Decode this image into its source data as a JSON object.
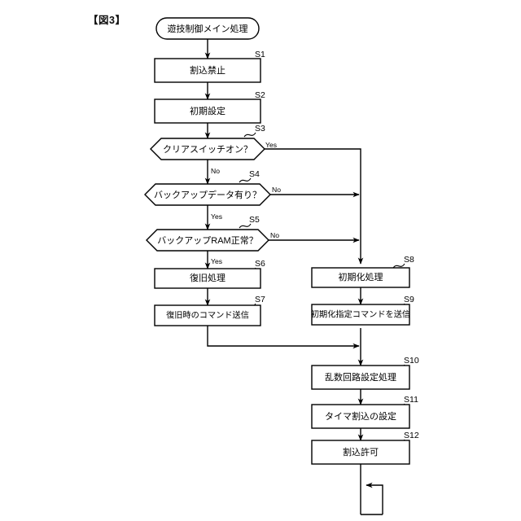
{
  "figure": {
    "label": "【図3】"
  },
  "flowchart": {
    "type": "flowchart",
    "title": "遊技制御メイン処理",
    "start_node": {
      "id": "start",
      "shape": "stadium",
      "text": "遊技制御メイン処理"
    },
    "nodes": [
      {
        "id": "S1",
        "step": "S1",
        "shape": "process",
        "text": "割込禁止"
      },
      {
        "id": "S2",
        "step": "S2",
        "shape": "process",
        "text": "初期設定"
      },
      {
        "id": "S3",
        "step": "S3",
        "shape": "decision",
        "text": "クリアスイッチオン？"
      },
      {
        "id": "S4",
        "step": "S4",
        "shape": "decision",
        "text": "バックアップデータ有り？"
      },
      {
        "id": "S5",
        "step": "S5",
        "shape": "decision",
        "text": "バックアップRAM正常？"
      },
      {
        "id": "S6",
        "step": "S6",
        "shape": "process",
        "text": "復旧処理"
      },
      {
        "id": "S7",
        "step": "S7",
        "shape": "process",
        "text": "復旧時のコマンド送信"
      },
      {
        "id": "S8",
        "step": "S8",
        "shape": "process",
        "text": "初期化処理"
      },
      {
        "id": "S9",
        "step": "S9",
        "shape": "process",
        "text": "初期化指定コマンドを送信"
      },
      {
        "id": "S10",
        "step": "S10",
        "shape": "process",
        "text": "乱数回路設定処理"
      },
      {
        "id": "S11",
        "step": "S11",
        "shape": "process",
        "text": "タイマ割込の設定"
      },
      {
        "id": "S12",
        "step": "S12",
        "shape": "process",
        "text": "割込許可"
      }
    ],
    "branch_labels": {
      "s3_yes": "Yes",
      "s3_no": "No",
      "s4_no": "No",
      "s4_yes": "Yes",
      "s5_no": "No",
      "s5_yes": "Yes"
    },
    "edges": [
      {
        "from": "start",
        "to": "S1",
        "label": ""
      },
      {
        "from": "S1",
        "to": "S2",
        "label": ""
      },
      {
        "from": "S2",
        "to": "S3",
        "label": ""
      },
      {
        "from": "S3",
        "to": "S8",
        "label": "Yes"
      },
      {
        "from": "S3",
        "to": "S4",
        "label": "No"
      },
      {
        "from": "S4",
        "to": "S8",
        "label": "No"
      },
      {
        "from": "S4",
        "to": "S5",
        "label": "Yes"
      },
      {
        "from": "S5",
        "to": "S8",
        "label": "No"
      },
      {
        "from": "S5",
        "to": "S6",
        "label": "Yes"
      },
      {
        "from": "S6",
        "to": "S7",
        "label": ""
      },
      {
        "from": "S7",
        "to": "S10",
        "label": ""
      },
      {
        "from": "S8",
        "to": "S9",
        "label": ""
      },
      {
        "from": "S9",
        "to": "S10",
        "label": ""
      },
      {
        "from": "S10",
        "to": "S11",
        "label": ""
      },
      {
        "from": "S11",
        "to": "S12",
        "label": ""
      },
      {
        "from": "S12",
        "to": "loop-back",
        "label": ""
      }
    ],
    "colors": {
      "stroke": "#000000",
      "fill": "#ffffff",
      "text": "#000000"
    }
  }
}
